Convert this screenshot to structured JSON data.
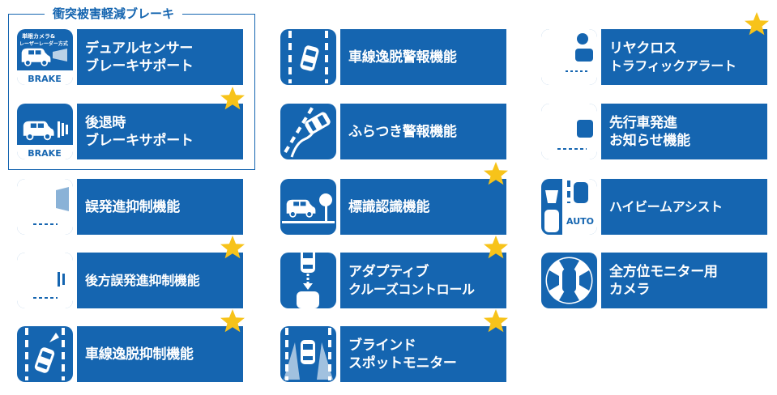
{
  "group": {
    "title": "衝突被害軽減ブレーキ"
  },
  "icon_text": {
    "brake": "BRAKE",
    "camera_radar": "単眼カメラ&",
    "laser_radar": "レーザーレーダー方式",
    "auto": "AUTO"
  },
  "colors": {
    "tile_blue": "#1565b0",
    "star_gold": "#f7c31a"
  },
  "features": [
    {
      "id": "dual-sensor-brake",
      "lines": [
        "デュアルセンサー",
        "ブレーキサポート"
      ],
      "star": false,
      "icon": "dual-sensor-icon"
    },
    {
      "id": "reverse-brake",
      "lines": [
        "後退時",
        "ブレーキサポート"
      ],
      "star": true,
      "icon": "reverse-brake-icon"
    },
    {
      "id": "misstart-front",
      "lines": [
        "誤発進抑制機能"
      ],
      "star": false,
      "icon": "misstart-front-icon"
    },
    {
      "id": "misstart-rear",
      "lines": [
        "後方誤発進抑制機能"
      ],
      "star": true,
      "icon": "misstart-rear-icon"
    },
    {
      "id": "lane-keep",
      "lines": [
        "車線逸脱抑制機能"
      ],
      "star": true,
      "icon": "lane-keep-icon"
    },
    {
      "id": "lane-warning",
      "lines": [
        "車線逸脱警報機能"
      ],
      "star": false,
      "icon": "lane-warning-icon"
    },
    {
      "id": "sway-warning",
      "lines": [
        "ふらつき警報機能"
      ],
      "star": false,
      "icon": "sway-warning-icon"
    },
    {
      "id": "sign-recognition",
      "lines": [
        "標識認識機能"
      ],
      "star": true,
      "icon": "sign-recognition-icon"
    },
    {
      "id": "adaptive-cruise",
      "lines": [
        "アダプティブ",
        "クルーズコントロール"
      ],
      "star": true,
      "icon": "adaptive-cruise-icon"
    },
    {
      "id": "blind-spot",
      "lines": [
        "ブラインド",
        "スポットモニター"
      ],
      "star": true,
      "icon": "blind-spot-icon"
    },
    {
      "id": "rear-cross-traffic",
      "lines": [
        "リヤクロス",
        "トラフィックアラート"
      ],
      "star": true,
      "icon": "rear-cross-icon"
    },
    {
      "id": "lead-vehicle",
      "lines": [
        "先行車発進",
        "お知らせ機能"
      ],
      "star": false,
      "icon": "lead-vehicle-icon"
    },
    {
      "id": "high-beam",
      "lines": [
        "ハイビームアシスト"
      ],
      "star": false,
      "icon": "high-beam-icon"
    },
    {
      "id": "around-view",
      "lines": [
        "全方位モニター用",
        "カメラ"
      ],
      "star": false,
      "icon": "around-view-icon"
    }
  ]
}
